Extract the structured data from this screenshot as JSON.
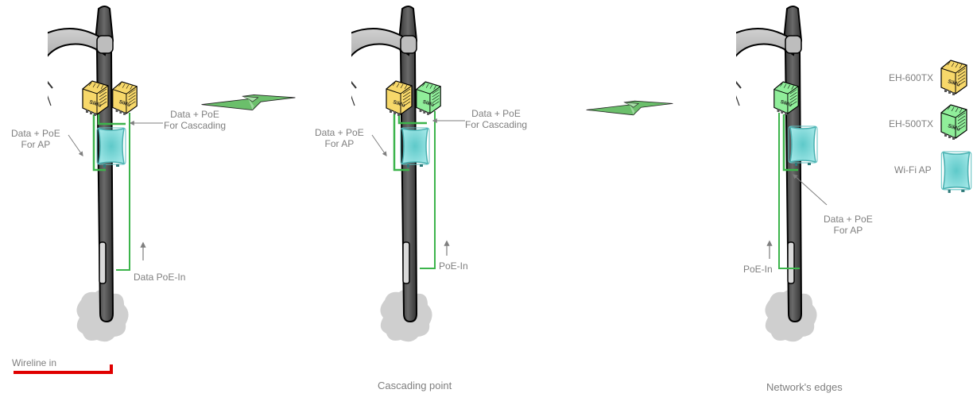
{
  "colors": {
    "eh600": "#f7d86a",
    "eh500": "#90ee9a",
    "ap": "#6ed3d3",
    "cable": "#3cb44b",
    "wireline": "#e00000",
    "label": "#7f7f7f",
    "pole": "#555555"
  },
  "scenes": [
    {
      "name": "source-pole",
      "caption": "",
      "radios": [
        "EH-600TX",
        "EH-600TX"
      ],
      "labels": {
        "ap_feed": [
          "Data + PoE",
          "For AP"
        ],
        "cascade_feed": [
          "Data + PoE",
          "For Cascading"
        ],
        "power_in": "Data PoE-In",
        "wireline": "Wireline in"
      }
    },
    {
      "name": "cascading-pole",
      "caption": "Cascading point",
      "radios": [
        "EH-600TX",
        "EH-500TX"
      ],
      "labels": {
        "ap_feed": [
          "Data + PoE",
          "For AP"
        ],
        "cascade_feed": [
          "Data + PoE",
          "For Cascading"
        ],
        "power_in": "PoE-In"
      }
    },
    {
      "name": "edge-pole",
      "caption": "Network's edges",
      "radios": [
        "EH-500TX"
      ],
      "labels": {
        "ap_feed": [
          "Data + PoE",
          "For AP"
        ],
        "power_in": "PoE-In"
      }
    }
  ],
  "radio_brand": "Siklu",
  "legend": [
    {
      "label": "EH-600TX",
      "icon": "eh-600tx-radio-icon"
    },
    {
      "label": "EH-500TX",
      "icon": "eh-500tx-radio-icon"
    },
    {
      "label": "Wi-Fi AP",
      "icon": "wifi-ap-icon"
    }
  ]
}
